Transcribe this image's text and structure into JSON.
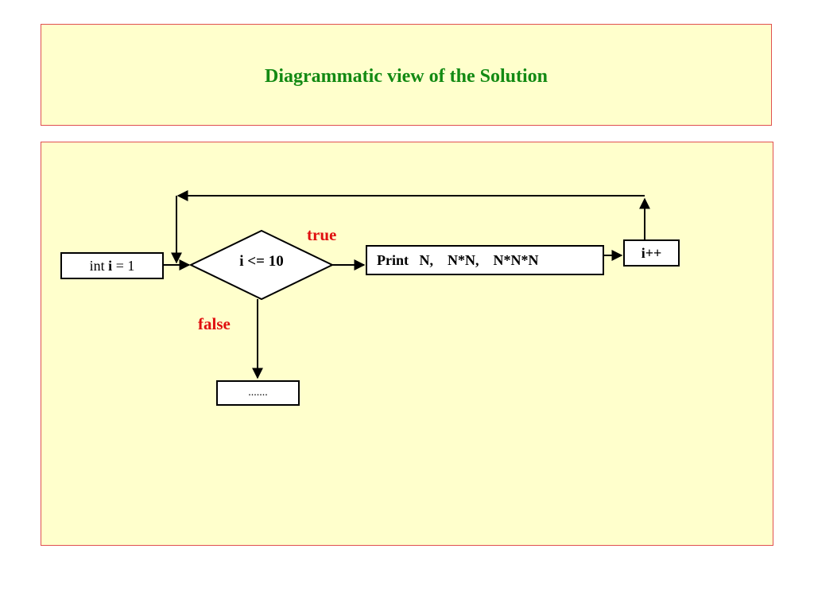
{
  "title": "Diagrammatic view of the Solution",
  "flowchart": {
    "init": {
      "prefix": "int ",
      "var": "i",
      "suffix": " = 1"
    },
    "condition": "i <= 10",
    "true_label": "true",
    "false_label": "false",
    "print_text": "Print   N,    N*N,    N*N*N",
    "increment": "i++",
    "next_step": "......."
  },
  "colors": {
    "panel_bg": "#ffffcc",
    "panel_border": "#e05050",
    "title": "#138a13",
    "branch_label": "#e01010"
  }
}
